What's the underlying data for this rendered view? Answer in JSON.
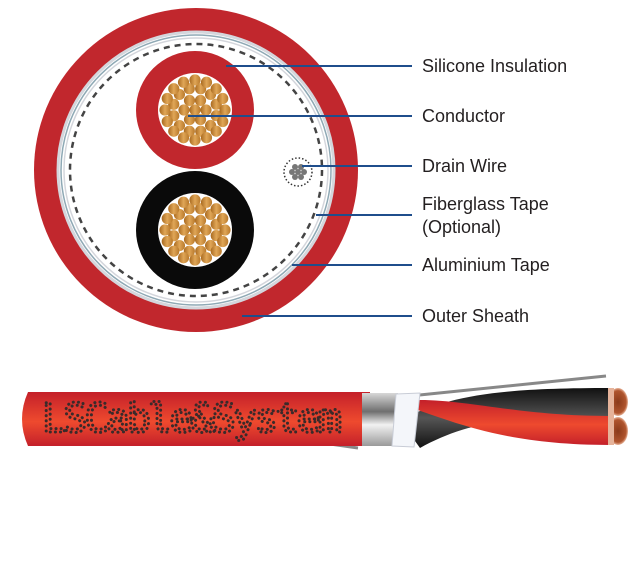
{
  "labels": {
    "silicone_insulation": "Silicone Insulation",
    "conductor": "Conductor",
    "drain_wire": "Drain Wire",
    "fiberglass_tape_line1": "Fiberglass Tape",
    "fiberglass_tape_line2": "(Optional)",
    "aluminium_tape": "Aluminium Tape",
    "outer_sheath": "Outer Sheath"
  },
  "cable_marking": "LSCable&System",
  "colors": {
    "sheath_red": "#c1272d",
    "cable_red": "#e23a2a",
    "black_core": "#0a0a0a",
    "copper": "#c98a3a",
    "leader_line": "#1f4e8c",
    "drain": "#777777"
  }
}
